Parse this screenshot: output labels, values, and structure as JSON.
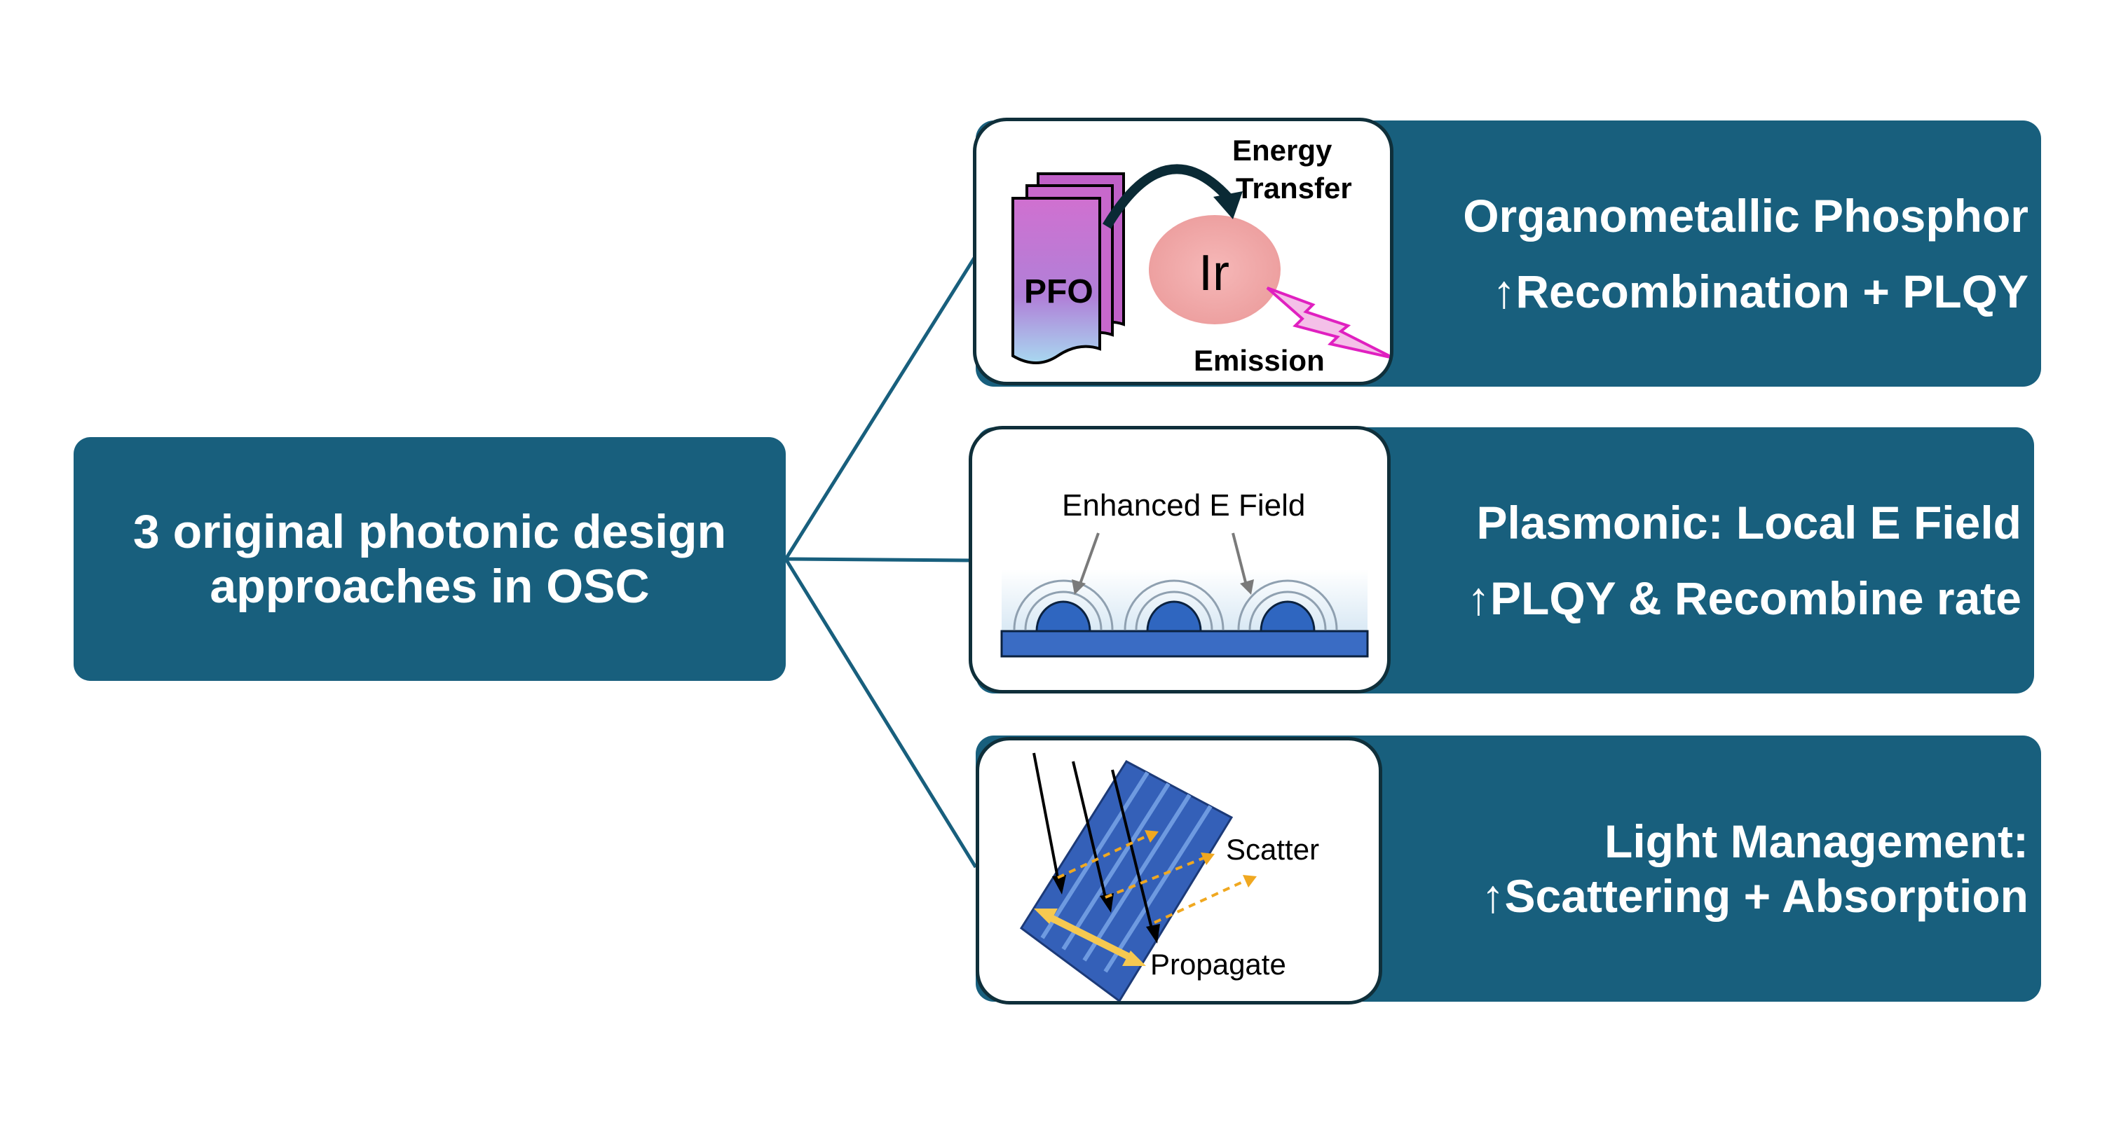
{
  "root": {
    "line1": "3 original photonic design",
    "line2": "approaches in OSC"
  },
  "approaches": [
    {
      "title": "Organometallic Phosphor",
      "subtitle": "↑Recombination + PLQY",
      "figure": {
        "donor_label": "PFO",
        "emitter_label": "Ir",
        "transfer_label_1": "Energy",
        "transfer_label_2": "Transfer",
        "emission_label": "Emission"
      }
    },
    {
      "title": "Plasmonic: Local E Field",
      "subtitle": "↑PLQY & Recombine rate",
      "figure": {
        "field_label": "Enhanced E Field"
      }
    },
    {
      "title": "Light Management:",
      "subtitle": "↑Scattering + Absorption",
      "figure": {
        "scatter_label": "Scatter",
        "propagate_label": "Propagate"
      }
    }
  ],
  "colors": {
    "box": "#185f7d",
    "connector": "#185f7d",
    "card_border": "#0f2f3a",
    "text_on_box": "#ffffff"
  }
}
